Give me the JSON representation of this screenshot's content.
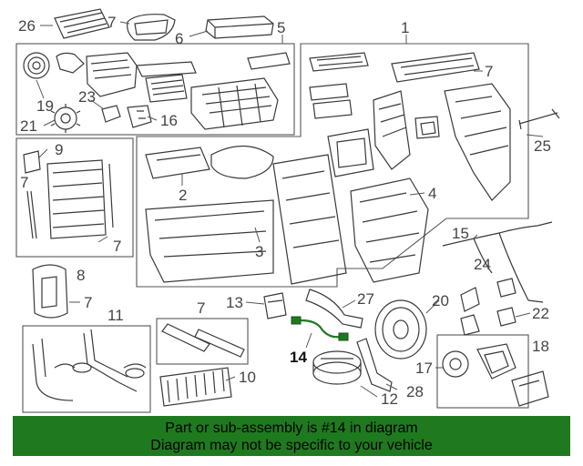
{
  "diagram": {
    "highlighted_part": "14",
    "callouts": [
      "1",
      "2",
      "3",
      "4",
      "5",
      "6",
      "7",
      "8",
      "9",
      "10",
      "11",
      "12",
      "13",
      "14",
      "15",
      "16",
      "17",
      "18",
      "19",
      "20",
      "21",
      "22",
      "23",
      "24",
      "25",
      "26",
      "27",
      "28"
    ]
  },
  "banner": {
    "line1": "Part or sub-assembly is #14 in diagram",
    "line2": "Diagram may not be specific to your vehicle",
    "background": "#1f7a1f"
  },
  "colors": {
    "line": "#3a3a3a",
    "highlight_part": "#1f7a1f"
  }
}
